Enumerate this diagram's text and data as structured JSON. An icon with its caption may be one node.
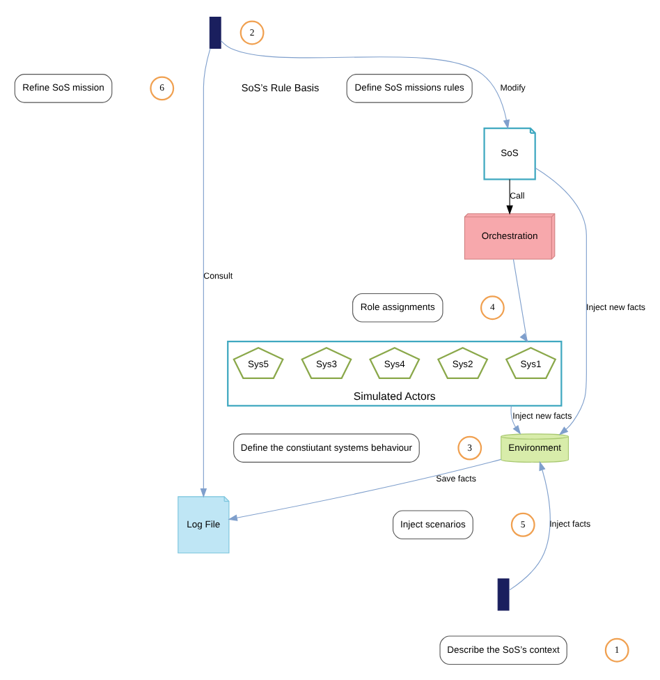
{
  "diagram": {
    "nodes": [
      {
        "text": [],
        "shape": "person"
      },
      {
        "text": [
          "2"
        ]
      },
      {
        "text": [
          "Define SoS missions rules"
        ]
      },
      {
        "text": [
          "Refine SoS mission"
        ]
      },
      {
        "text": [
          "6"
        ]
      },
      {
        "text": [
          "SoS"
        ]
      },
      {
        "text": [
          "Orchestration"
        ]
      },
      {
        "text": [
          "Log File"
        ]
      },
      {
        "text": [
          "Role assignments"
        ]
      },
      {
        "text": [
          "4"
        ]
      },
      {
        "text": [
          "Environment"
        ]
      },
      {
        "text": [
          "Simulated Actors"
        ]
      },
      {
        "text": [
          "Sys1"
        ],
        "in": 11
      },
      {
        "text": [
          "Sys2"
        ],
        "in": 11
      },
      {
        "text": [
          "Sys4"
        ],
        "in": 11
      },
      {
        "text": [
          "Sys3"
        ],
        "in": 11
      },
      {
        "text": [
          "Sys5"
        ],
        "in": 11
      },
      {
        "text": [
          "Inject scenarios"
        ]
      },
      {
        "text": [
          "5"
        ]
      },
      {
        "text": [],
        "shape": "person"
      },
      {
        "text": [
          "Describe the SoS’s context"
        ]
      },
      {
        "text": [
          "1"
        ]
      },
      {
        "text": [
          "Define the constiutant systems behaviour"
        ]
      },
      {
        "text": [
          "3"
        ]
      }
    ],
    "edges": [
      {
        "from": 0,
        "to": 7,
        "label": "Consult",
        "arrow": "to"
      },
      {
        "from": 0,
        "to": 5,
        "label": "Modify",
        "arrow": "to"
      },
      {
        "from": 5,
        "to": 6,
        "label": "Call",
        "arrow": "to",
        "color": "#000000"
      },
      {
        "from": 5,
        "to": 10,
        "label": "Inject new facts",
        "arrow": "to"
      },
      {
        "from": 10,
        "to": 7,
        "label": "Save facts",
        "arrow": "to"
      },
      {
        "from": 6,
        "to": 11,
        "arrow": "to"
      },
      {
        "from": 11,
        "to": 10,
        "label": "Inject new facts",
        "arrow": "to"
      },
      {
        "from": 19,
        "to": 10,
        "label": "Inject facts",
        "arrow": "to"
      }
    ],
    "labels": [
      "SoS’s Rule Basis"
    ]
  }
}
